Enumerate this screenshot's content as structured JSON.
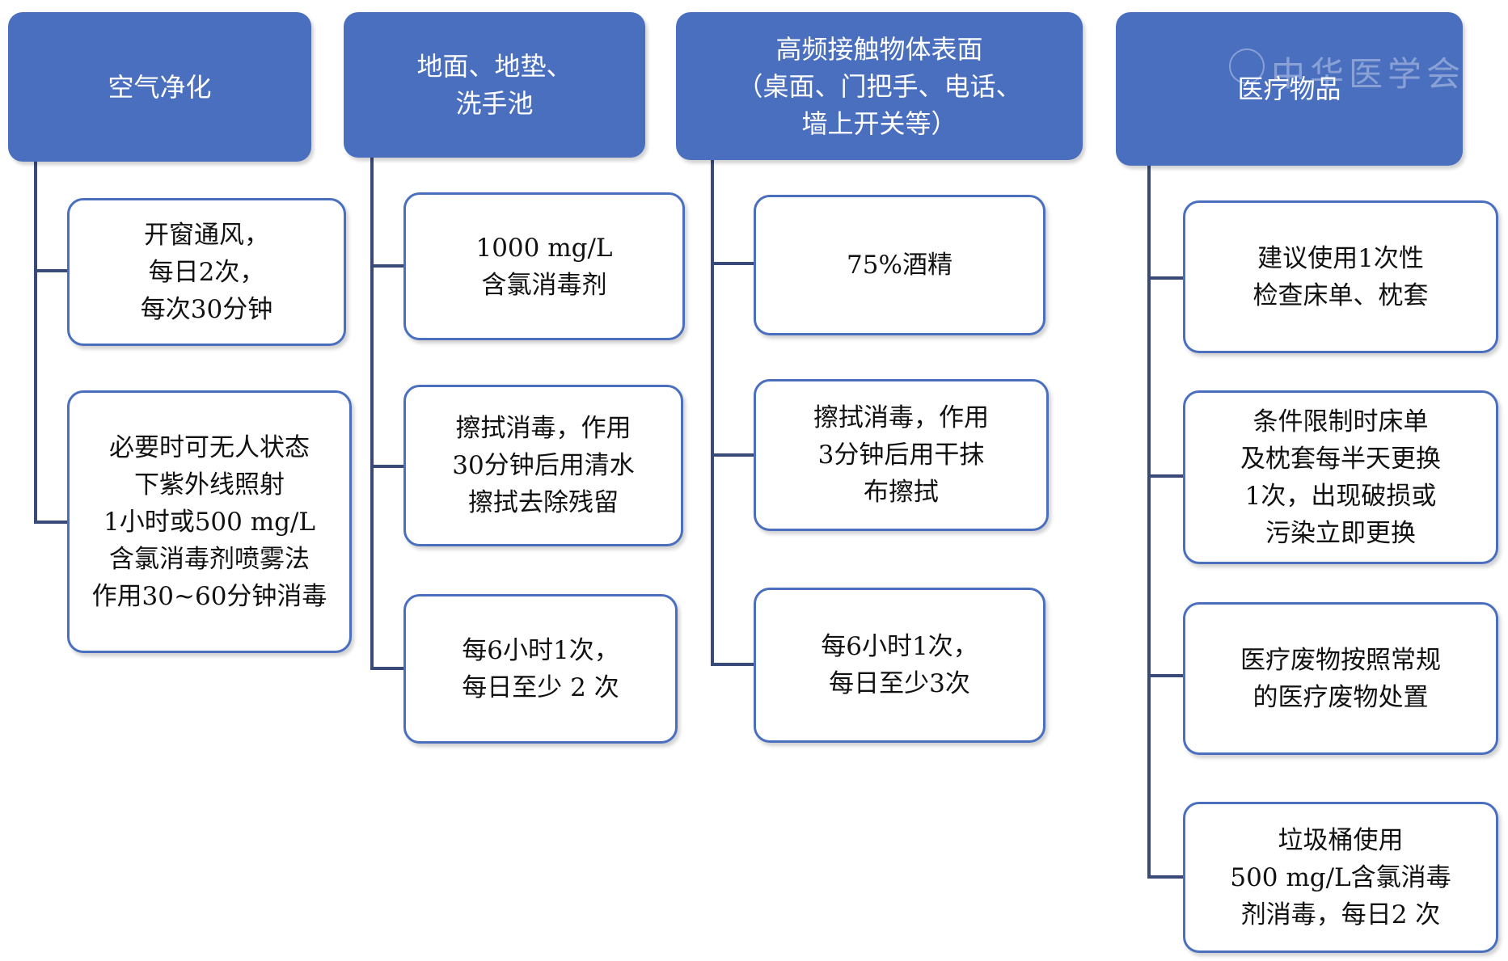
{
  "columns": [
    {
      "header": [
        "空气净化"
      ],
      "items": [
        [
          "开窗通风，",
          "每日2次，",
          "每次30分钟"
        ],
        [
          "必要时可无人状态",
          "下紫外线照射",
          "1小时或500 mg/L",
          "含氯消毒剂喷雾法",
          "作用30~60分钟消毒"
        ]
      ]
    },
    {
      "header": [
        "地面、地垫、",
        "洗手池"
      ],
      "items": [
        [
          "1000 mg/L",
          "含氯消毒剂"
        ],
        [
          "擦拭消毒，作用",
          "30分钟后用清水",
          "擦拭去除残留"
        ],
        [
          "每6小时1次，",
          "每日至少 2 次"
        ]
      ]
    },
    {
      "header": [
        "高频接触物体表面",
        "（桌面、门把手、电话、",
        "墙上开关等）"
      ],
      "items": [
        [
          "75%酒精"
        ],
        [
          "擦拭消毒，作用",
          "3分钟后用干抹",
          "布擦拭"
        ],
        [
          "每6小时1次，",
          "每日至少3次"
        ]
      ]
    },
    {
      "header": [
        "医疗物品"
      ],
      "items": [
        [
          "建议使用1次性",
          "检查床单、枕套"
        ],
        [
          "条件限制时床单",
          "及枕套每半天更换",
          "1次，出现破损或",
          "污染立即更换"
        ],
        [
          "医疗废物按照常规",
          "的医疗废物处置"
        ],
        [
          "垃圾桶使用",
          "500 mg/L含氯消毒",
          "剂消毒，每日2 次"
        ]
      ]
    }
  ],
  "watermark": "中华医学会"
}
